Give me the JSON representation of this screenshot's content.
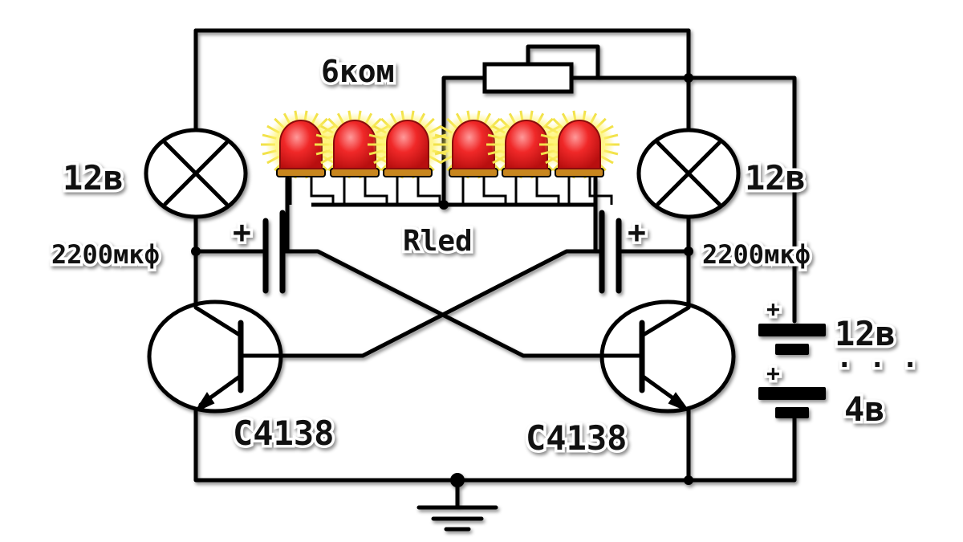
{
  "labels": {
    "resistor_6k": "6ком",
    "lamp_left": "12в",
    "lamp_right": "12в",
    "cap_left": "2200мкф",
    "cap_right": "2200мкф",
    "cap_plus_left": "+",
    "cap_plus_right": "+",
    "rled": "Rled",
    "transistor_left": "C4138",
    "transistor_right": "C4138",
    "battery_plus_top": "+",
    "battery_plus_bottom": "+",
    "battery_12v": "12в",
    "battery_dots": "· · ·",
    "battery_4v": "4в"
  },
  "colors": {
    "wire": "#000000",
    "led_red": "#f02828",
    "led_base": "#c8861e",
    "led_glow": "#fff36a",
    "background": "#ffffff"
  },
  "led_count": 6
}
